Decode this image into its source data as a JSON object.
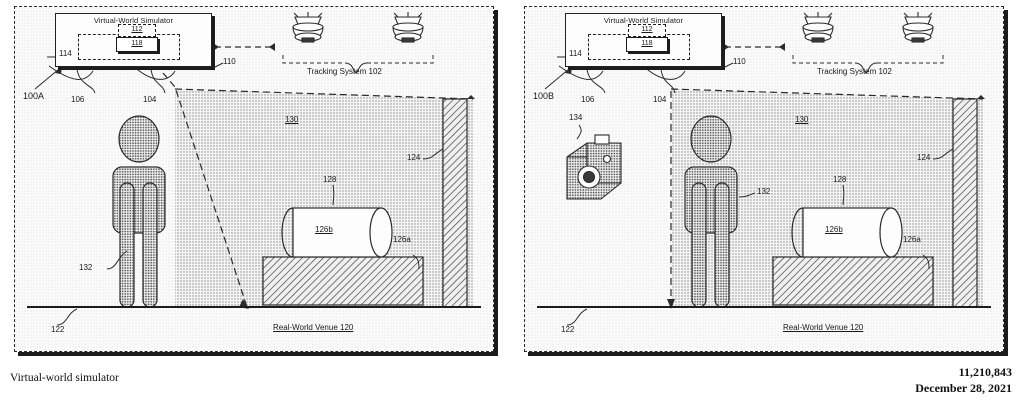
{
  "document": {
    "caption": "Virtual-world simulator",
    "patent_number": "11,210,843",
    "date": "December 28, 2021"
  },
  "figures": [
    {
      "id": "figure-a",
      "system_label": "100A",
      "simulator": {
        "title": "Virtual-World Simulator",
        "chip_upper": "112",
        "chip_lower": "118",
        "dashed_block_label": "114",
        "box_label": "110",
        "leader_left": "106",
        "leader_right": "104"
      },
      "tracking": {
        "label": "Tracking System 102",
        "sensor_count": 2
      },
      "venue": {
        "label": "Real-World Venue 120",
        "projection_label": "130",
        "object_label": "128",
        "cylinder_label": "126b",
        "platform_label": "126a",
        "wall_label": "124",
        "floor_label": "122",
        "person_label": "132"
      },
      "camera": null
    },
    {
      "id": "figure-b",
      "system_label": "100B",
      "simulator": {
        "title": "Virtual-World Simulator",
        "chip_upper": "112",
        "chip_lower": "118",
        "dashed_block_label": "114",
        "box_label": "110",
        "leader_left": "106",
        "leader_right": "104"
      },
      "tracking": {
        "label": "Tracking System 102",
        "sensor_count": 2
      },
      "venue": {
        "label": "Real-World Venue 120",
        "projection_label": "130",
        "object_label": "128",
        "cylinder_label": "126b",
        "platform_label": "126a",
        "wall_label": "124",
        "floor_label": "122",
        "person_label": "132"
      },
      "camera": {
        "label": "134",
        "icon": "camera-icon"
      }
    }
  ]
}
